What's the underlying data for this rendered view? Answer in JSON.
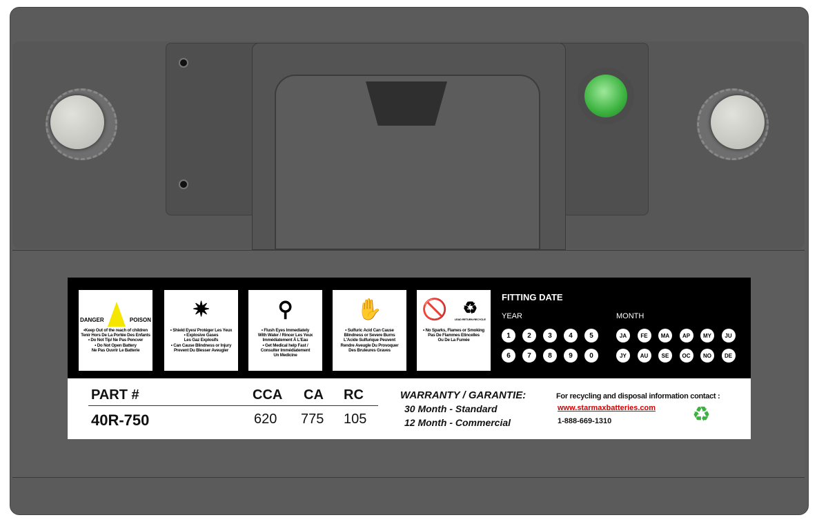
{
  "warnings": {
    "danger": {
      "left": "DANGER",
      "right": "POISON",
      "text": [
        "•Keep Out of the reach of children",
        "Tenir Hors De La Portée Des Enfants",
        "• Do Not Tip/ Ne Pas Pencver",
        "• Do Not Open Battery",
        "Ne Pas Ouvrir Le Batterie"
      ]
    },
    "eyes": {
      "text": [
        "• Shield Eyes/ Protéger Les Yeux",
        "• Explosive Gases",
        "Les Gaz Explosifs",
        "• Can Cause Blindness or Injury",
        "Prevent Du Blesser Aveugler"
      ]
    },
    "flush": {
      "text": [
        "• Flush Eyes Immediately",
        "With Water / Rincer Les Yeux",
        "Immédiatement À L'Eau",
        "• Get Medical help Fast /",
        "Consulter Immédiatement",
        "Un Medicine"
      ]
    },
    "acid": {
      "text": [
        "• Sulfuric Acid Can Cause",
        "Blindness or Severe Burns",
        "L'Acide Sulfurique Peuvent",
        "Rendre Aveugle Du Provoquer",
        "Des Bruleures Graves"
      ]
    },
    "sparks": {
      "recycle": "LEAD RETURN RECYCLE",
      "text": [
        "• No Sparks, Flames or Smoking",
        "Pas De Flammes Etincelles",
        "Ou De La Fumée"
      ]
    }
  },
  "fitting": {
    "title": "FITTING DATE",
    "year_label": "YEAR",
    "month_label": "MONTH",
    "years": [
      "1",
      "2",
      "3",
      "4",
      "5",
      "6",
      "7",
      "8",
      "9",
      "0"
    ],
    "months": [
      "JA",
      "FE",
      "MA",
      "AP",
      "MY",
      "JU",
      "JY",
      "AU",
      "SE",
      "OC",
      "NO",
      "DE"
    ]
  },
  "specs": {
    "part_label": "PART #",
    "part": "40R-750",
    "cca_label": "CCA",
    "cca": "620",
    "ca_label": "CA",
    "ca": "775",
    "rc_label": "RC",
    "rc": "105"
  },
  "warranty": {
    "title": "WARRANTY / GARANTIE:",
    "standard": "30 Month - Standard",
    "commercial": "12 Month - Commercial"
  },
  "contact": {
    "text": "For recycling and disposal information contact :",
    "url": "www.starmaxbatteries.com",
    "phone": "1-888-669-1310"
  },
  "colors": {
    "body": "#5b5b5b",
    "indicator": "#3bb23f",
    "warning": "#f5e600",
    "link": "#d00000"
  }
}
